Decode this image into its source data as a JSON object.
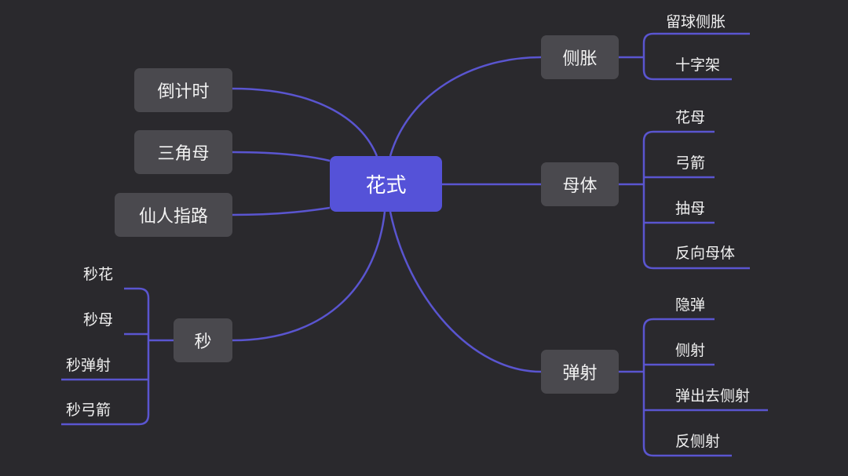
{
  "center": {
    "label": "花式"
  },
  "colors": {
    "background": "#2a292d",
    "node": "#4a494e",
    "center": "#5552d8",
    "line": "#5a55d0"
  },
  "right": [
    {
      "label": "侧胀",
      "children": [
        "留球侧胀",
        "十字架"
      ]
    },
    {
      "label": "母体",
      "children": [
        "花母",
        "弓箭",
        "抽母",
        "反向母体"
      ]
    },
    {
      "label": "弹射",
      "children": [
        "隐弹",
        "侧射",
        "弹出去侧射",
        "反侧射"
      ]
    }
  ],
  "left": [
    {
      "label": "倒计时"
    },
    {
      "label": "三角母"
    },
    {
      "label": "仙人指路"
    },
    {
      "label": "秒",
      "children": [
        "秒花",
        "秒母",
        "秒弹射",
        "秒弓箭"
      ]
    }
  ]
}
